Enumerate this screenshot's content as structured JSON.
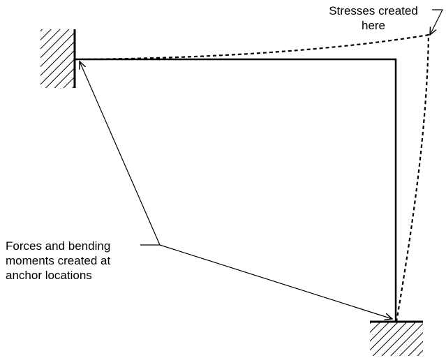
{
  "labels": {
    "stresses_line1": "Stresses created",
    "stresses_line2": "here",
    "forces_line1": "Forces and bending",
    "forces_line2": "moments created at",
    "forces_line3": "anchor locations"
  },
  "colors": {
    "stroke": "#000000",
    "background": "#ffffff"
  }
}
